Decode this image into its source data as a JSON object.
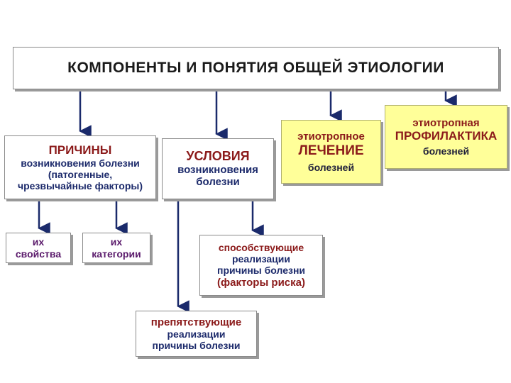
{
  "title": "КОМПОНЕНТЫ И ПОНЯТИЯ ОБЩЕЙ ЭТИОЛОГИИ",
  "causes": {
    "heading": "ПРИЧИНЫ",
    "line1": "возникновения болезни",
    "line2": "(патогенные,",
    "line3": "чрезвычайные факторы)"
  },
  "conditions": {
    "heading": "УСЛОВИЯ",
    "line1": "возникновения",
    "line2": "болезни"
  },
  "treatment": {
    "line1": "этиотропное",
    "line2": "ЛЕЧЕНИЕ",
    "line3": "болезней"
  },
  "prevention": {
    "line1": "этиотропная",
    "line2": "ПРОФИЛАКТИКА",
    "line3": "болезней"
  },
  "properties": {
    "line1": "их",
    "line2": "свойства"
  },
  "categories": {
    "line1": "их",
    "line2": "категории"
  },
  "contributing": {
    "line1": "способствующие",
    "line2": "реализации",
    "line3": "причины болезни",
    "line4": "(факторы риска)"
  },
  "preventing": {
    "line1": "препятствующие",
    "line2": "реализации",
    "line3": "причины болезни"
  },
  "colors": {
    "heading_red": "#8b1a1a",
    "text_blue": "#1c2a6b",
    "yellow_fill": "#ffff99",
    "connector": "#1a2a6b"
  }
}
